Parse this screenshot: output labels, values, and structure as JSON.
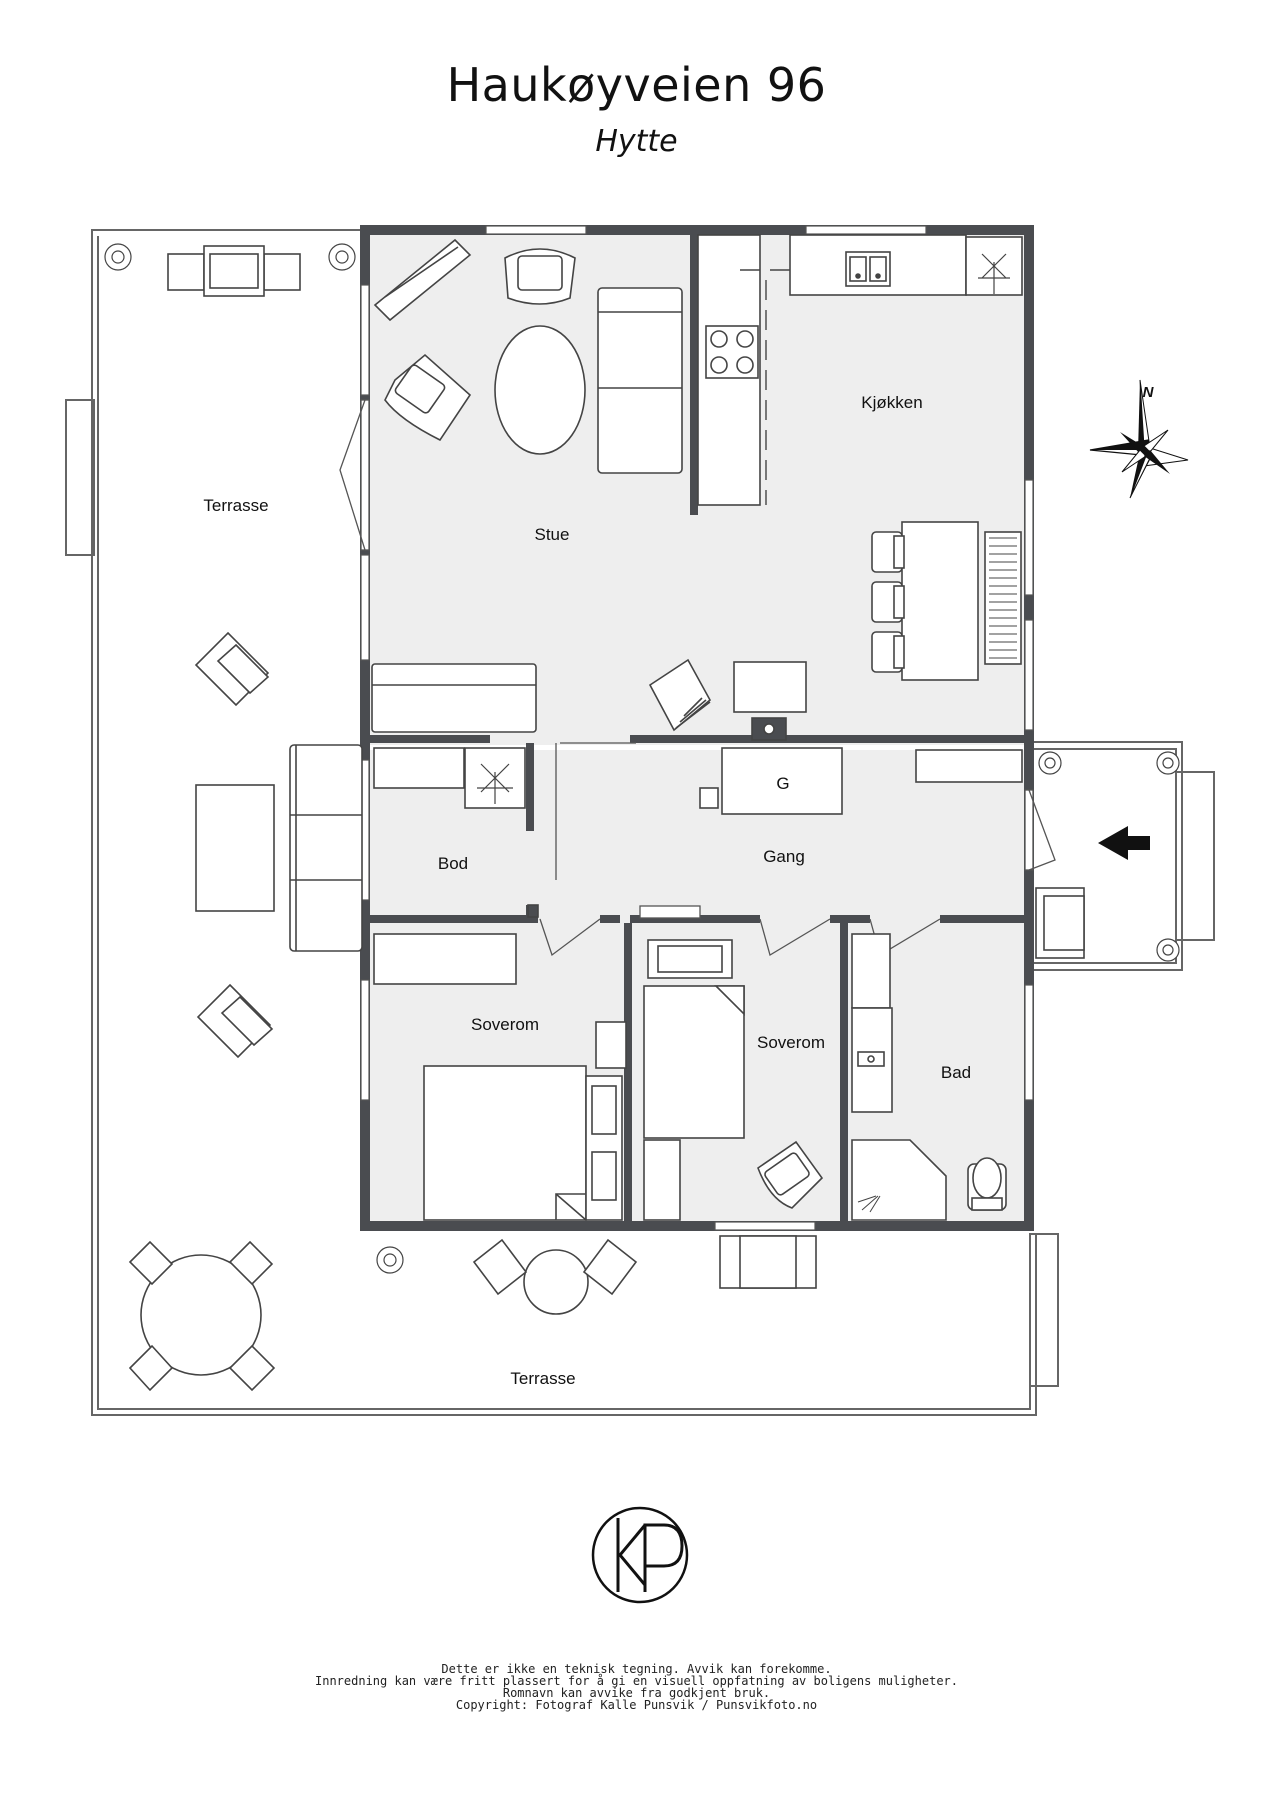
{
  "header": {
    "title": "Haukøyveien 96",
    "subtitle": "Hytte"
  },
  "rooms": {
    "terrace_west": "Terrasse",
    "living": "Stue",
    "kitchen": "Kjøkken",
    "storage": "Bod",
    "hall": "Gang",
    "wardrobe_mark": "G",
    "bedroom_1": "Soverom",
    "bedroom_2": "Soverom",
    "bathroom": "Bad",
    "terrace_south": "Terrasse"
  },
  "compass": {
    "north_label": "N"
  },
  "logo": {
    "text": "KP"
  },
  "colors": {
    "wall": "#4a4c50",
    "floor": "#eeeeee",
    "line": "#555555"
  },
  "footer": {
    "lines": [
      "Dette er ikke en teknisk tegning. Avvik kan forekomme.",
      "Innredning kan være fritt plassert for å gi en visuell oppfatning av boligens muligheter.",
      "Romnavn kan avvike fra godkjent bruk.",
      "Copyright: Fotograf Kalle Punsvik / Punsvikfoto.no"
    ]
  }
}
